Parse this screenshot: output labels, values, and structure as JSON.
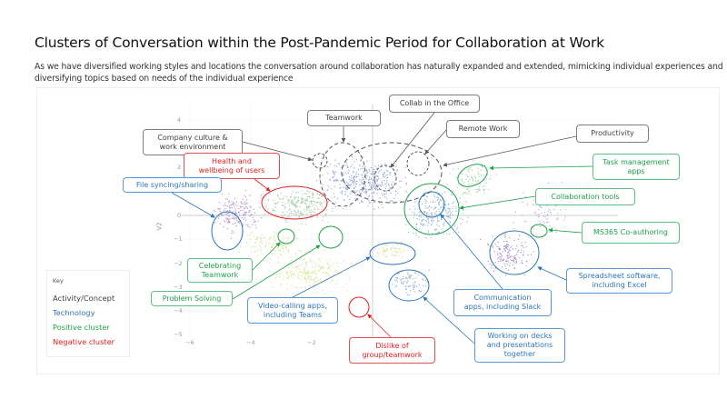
{
  "title": "Clusters of Conversation within the Post-Pandemic Period for Collaboration at Work",
  "subtitle": "As we have diversified working styles and locations the conversation around collaboration has naturally expanded and extended, mimicking individual experiences and diversifying topics based on needs of the individual experience",
  "axes": {
    "y_label": "V2",
    "y_ticks": [
      "4",
      "2",
      "0",
      "−1",
      "−2",
      "−3",
      "−4",
      "−5"
    ],
    "x_ticks": [
      "−6",
      "−4",
      "−2"
    ]
  },
  "key": {
    "title": "Key",
    "items": [
      {
        "label": "Activity/Concept",
        "color": "#404040"
      },
      {
        "label": "Technology",
        "color": "#2e75b6"
      },
      {
        "label": "Positive cluster",
        "color": "#1fa04a"
      },
      {
        "label": "Negative cluster",
        "color": "#e0201f"
      }
    ]
  },
  "colors": {
    "activity": "#7f7f7f",
    "technology": "#2e75b6",
    "positive": "#1fa04a",
    "negative": "#e0201f"
  },
  "clusters": {
    "teamwork": "Teamwork",
    "collab_office": "Collab in the Office",
    "remote_work": "Remote Work",
    "company_culture": "Company culture &\nwork environment",
    "productivity": "Productivity",
    "health": "Health and\nwellbeing of users",
    "task_mgmt": "Task management\napps",
    "file_sync": "File syncing/sharing",
    "collab_tools": "Collaboration tools",
    "ms365": "MS365 Co-authoring",
    "celebrating": "Celebrating\nTeamwork",
    "spreadsheet": "Spreadsheet software,\nincluding Excel",
    "problem_solving": "Problem Solving",
    "video_calling": "Video-calling apps,\nincluding Teams",
    "communication": "Communication\napps, including Slack",
    "dislike": "Dislike of\ngroup/teamwork",
    "decks": "Working on decks\nand presentations\ntogether"
  }
}
